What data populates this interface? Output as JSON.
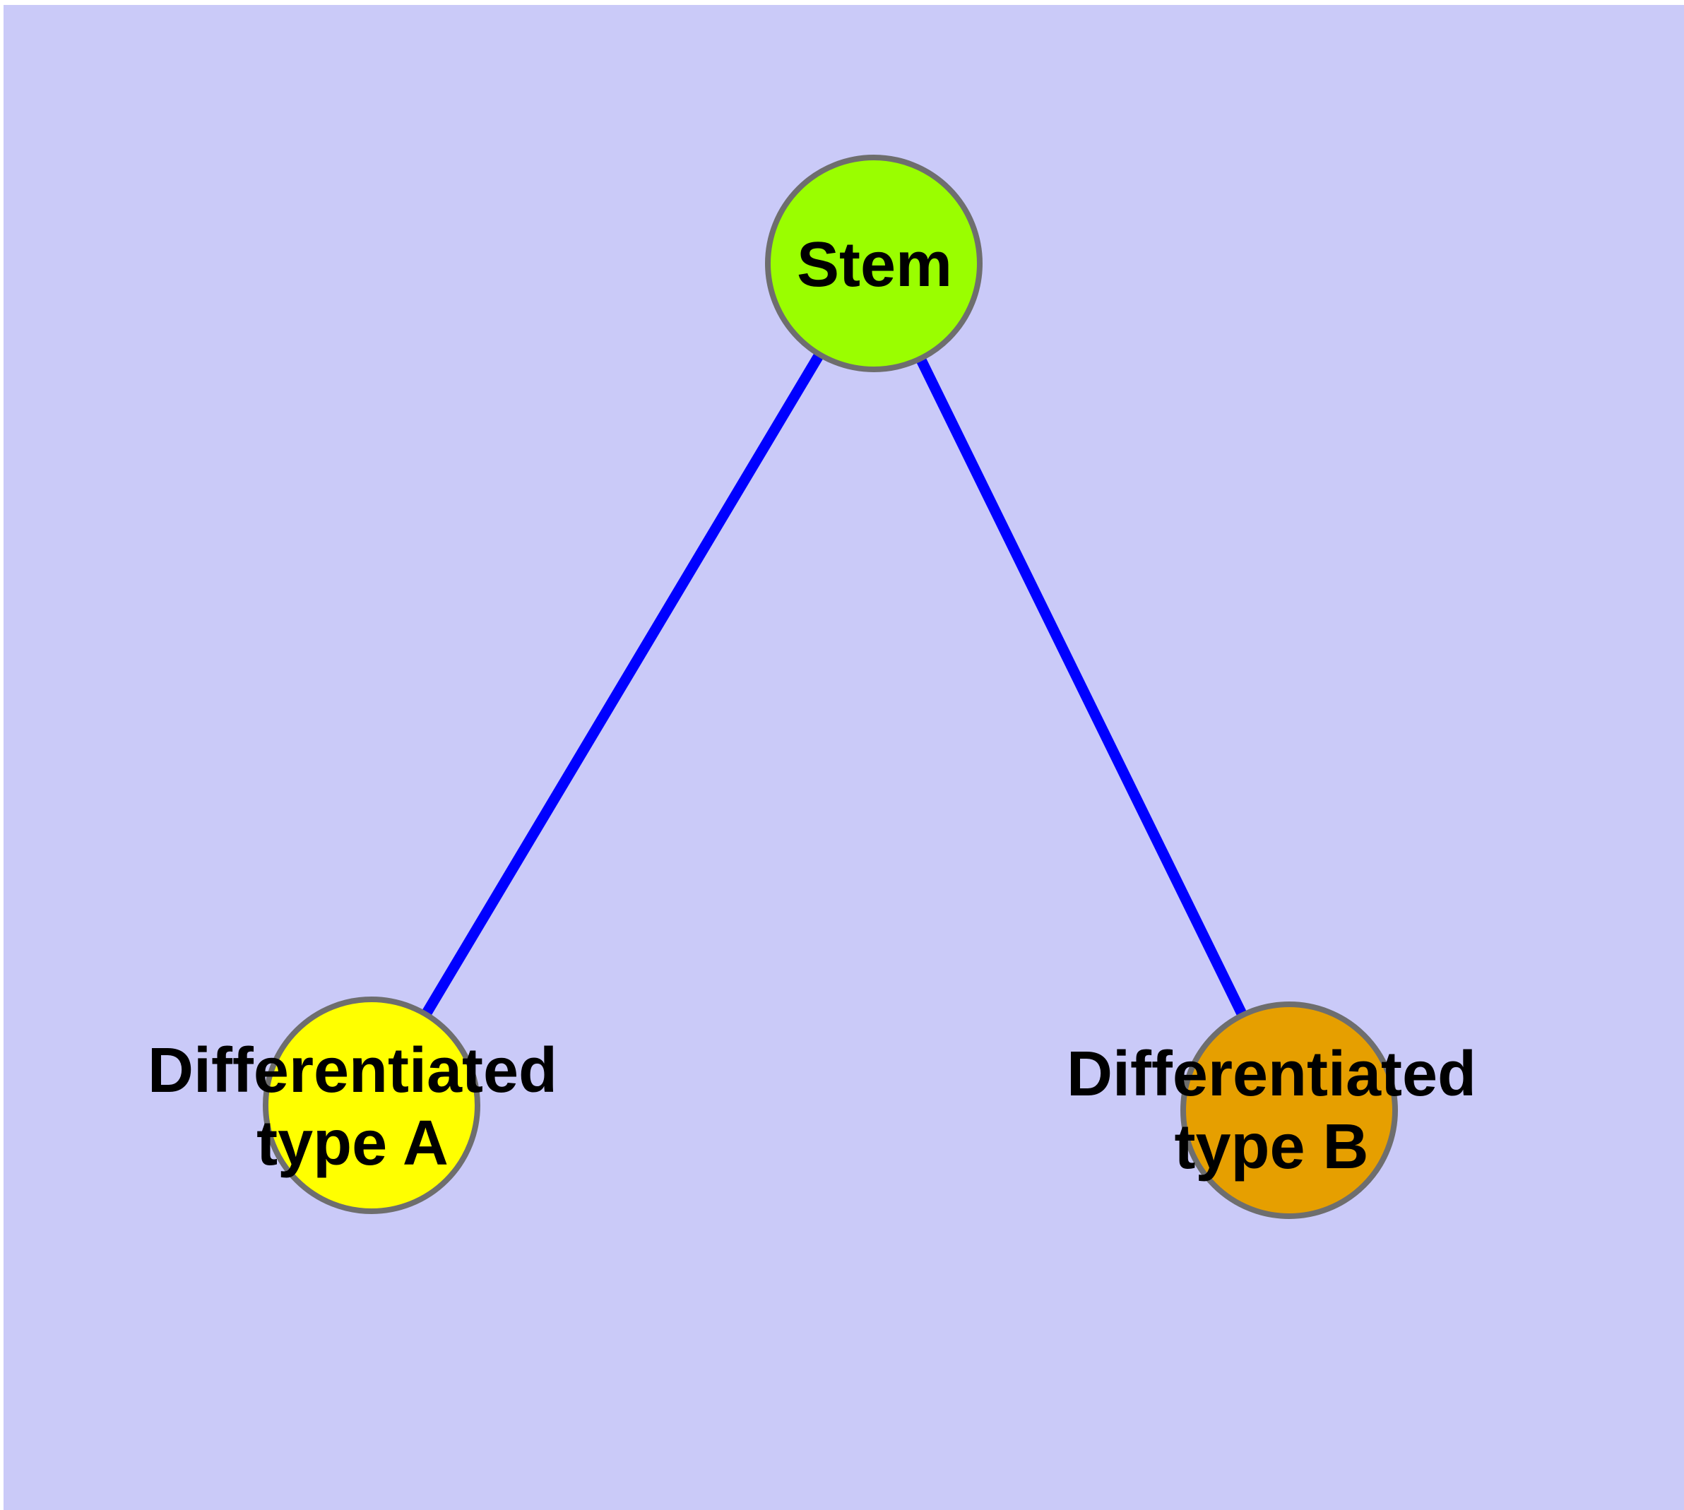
{
  "diagram": {
    "type": "graph",
    "background_color": "#CACAF8",
    "edge_color": "#0000FF",
    "node_border_color": "#6E6E6E",
    "label_color": "#000000",
    "nodes": [
      {
        "id": "stem",
        "label": "Stem",
        "line1": "Stem",
        "line2": "",
        "color": "#9AFE00"
      },
      {
        "id": "differentiated-type-a",
        "label": "Differentiated type A",
        "line1": "Differentiated",
        "line2": "type A",
        "color": "#FFFF00"
      },
      {
        "id": "differentiated-type-b",
        "label": "Differentiated type B",
        "line1": "Differentiated",
        "line2": "type B",
        "color": "#E69F00"
      }
    ],
    "edges": [
      {
        "from": "Stem",
        "to": "Differentiated type A"
      },
      {
        "from": "Stem",
        "to": "Differentiated type B"
      }
    ]
  }
}
